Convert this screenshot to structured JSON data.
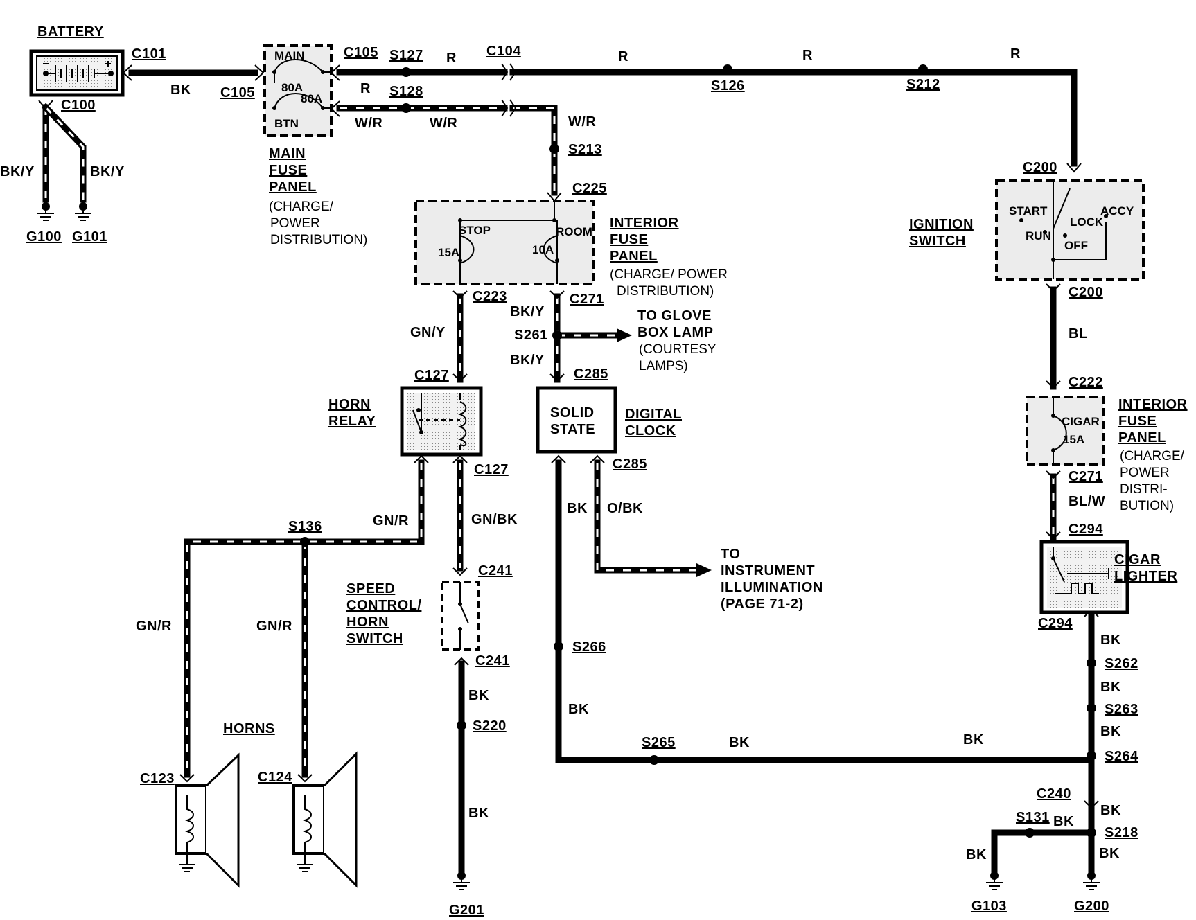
{
  "components": {
    "battery": "BATTERY",
    "main_fuse_panel": [
      "MAIN",
      "FUSE",
      "PANEL"
    ],
    "main_fuse_panel_sub": [
      "(CHARGE/",
      "POWER",
      "DISTRIBUTION)"
    ],
    "main_fuse_labels": [
      "MAIN",
      "80A",
      "80A",
      "BTN"
    ],
    "interior_fuse_panel": [
      "INTERIOR",
      "FUSE",
      "PANEL"
    ],
    "interior_fuse_panel_sub": [
      "(CHARGE/ POWER",
      "DISTRIBUTION)"
    ],
    "interior_fuse_labels": [
      "STOP",
      "15A",
      "ROOM",
      "10A"
    ],
    "ignition_switch": [
      "IGNITION",
      "SWITCH"
    ],
    "ignition_positions": [
      "START",
      "ACCY",
      "LOCK",
      "RUN",
      "OFF"
    ],
    "interior_fuse_panel_2": [
      "INTERIOR",
      "FUSE",
      "PANEL"
    ],
    "interior_fuse_panel_2_sub": [
      "(CHARGE/",
      "POWER",
      "DISTRI-",
      "BUTION)"
    ],
    "cigar_fuse_labels": [
      "CIGAR",
      "15A"
    ],
    "horn_relay": [
      "HORN",
      "RELAY"
    ],
    "solid_state": [
      "SOLID",
      "STATE"
    ],
    "digital_clock": [
      "DIGITAL",
      "CLOCK"
    ],
    "speed_control": [
      "SPEED",
      "CONTROL/",
      "HORN",
      "SWITCH"
    ],
    "cigar_lighter": [
      "CIGAR",
      "LIGHTER"
    ],
    "horns": "HORNS",
    "glove_box": [
      "TO GLOVE",
      "BOX LAMP",
      "(COURTESY",
      "LAMPS)"
    ],
    "instrument": [
      "TO",
      "INSTRUMENT",
      "ILLUMINATION",
      "(PAGE 71-2)"
    ]
  },
  "connectors": {
    "c101": "C101",
    "c100": "C100",
    "c105a": "C105",
    "c105b": "C105",
    "c104": "C104",
    "c225": "C225",
    "c223": "C223",
    "c271a": "C271",
    "c200a": "C200",
    "c200b": "C200",
    "c127a": "C127",
    "c127b": "C127",
    "c285a": "C285",
    "c285b": "C285",
    "c222": "C222",
    "c271b": "C271",
    "c294a": "C294",
    "c294b": "C294",
    "c241a": "C241",
    "c241b": "C241",
    "c123": "C123",
    "c124": "C124",
    "c240": "C240"
  },
  "splices": {
    "s127": "S127",
    "s128": "S128",
    "s126": "S126",
    "s212": "S212",
    "s213": "S213",
    "s261": "S261",
    "s136": "S136",
    "s266": "S266",
    "s220": "S220",
    "s265": "S265",
    "s262": "S262",
    "s263": "S263",
    "s264": "S264",
    "s131": "S131",
    "s218": "S218"
  },
  "grounds": {
    "g100": "G100",
    "g101": "G101",
    "g201": "G201",
    "g103": "G103",
    "g200": "G200"
  },
  "wires": {
    "bk_bat": "BK",
    "bky_a": "BK/Y",
    "bky_b": "BK/Y",
    "r1": "R",
    "r2": "R",
    "r3": "R",
    "r4": "R",
    "r_main": "R",
    "wr1": "W/R",
    "wr2": "W/R",
    "wr3": "W/R",
    "gny": "GN/Y",
    "bky_c": "BK/Y",
    "bky_d": "BK/Y",
    "bl": "BL",
    "blw": "BL/W",
    "gnr1": "GN/R",
    "gnr2": "GN/R",
    "gnr3": "GN/R",
    "gnbk": "GN/BK",
    "bk_clk": "BK",
    "obk": "O/BK",
    "bk_sp1": "BK",
    "bk_sp2": "BK",
    "bk_low": "BK",
    "bk_h1": "BK",
    "bk_h2": "BK",
    "bk_r1": "BK",
    "bk_r2": "BK",
    "bk_r3": "BK",
    "bk_r4": "BK",
    "bk_r5": "BK",
    "bk_r6": "BK",
    "bk_r7": "BK"
  }
}
